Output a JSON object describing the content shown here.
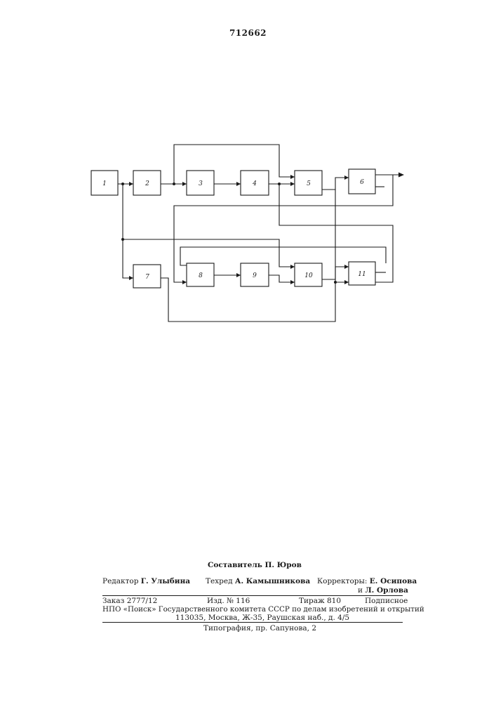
{
  "header": {
    "patent_number": "712662"
  },
  "diagram": {
    "blocks": [
      {
        "id": "1",
        "label": "1"
      },
      {
        "id": "2",
        "label": "2"
      },
      {
        "id": "3",
        "label": "3"
      },
      {
        "id": "4",
        "label": "4"
      },
      {
        "id": "5",
        "label": "5"
      },
      {
        "id": "6",
        "label": "6"
      },
      {
        "id": "7",
        "label": "7"
      },
      {
        "id": "8",
        "label": "8"
      },
      {
        "id": "9",
        "label": "9"
      },
      {
        "id": "10",
        "label": "10"
      },
      {
        "id": "11",
        "label": "11"
      }
    ]
  },
  "footer": {
    "compiler": "Составитель П. Юров",
    "editor_label": "Редактор",
    "editor_name": "Г. Улыбина",
    "techred_label": "Техред",
    "techred_name": "А. Камышникова",
    "correctors_label": "Корректоры:",
    "corrector_1": "Е. Осипова",
    "corrector_2_prefix": "и",
    "corrector_2": "Л. Орлова",
    "order": "Заказ 2777/12",
    "edition": "Изд. № 116",
    "circulation": "Тираж 810",
    "subscription": "Подписное",
    "org_line": "НПО «Поиск» Государственного комитета СССР по делам изобретений и открытий",
    "address": "113035, Москва, Ж-35, Раушская наб., д. 4/5",
    "printer": "Типография, пр. Сапунова, 2"
  }
}
